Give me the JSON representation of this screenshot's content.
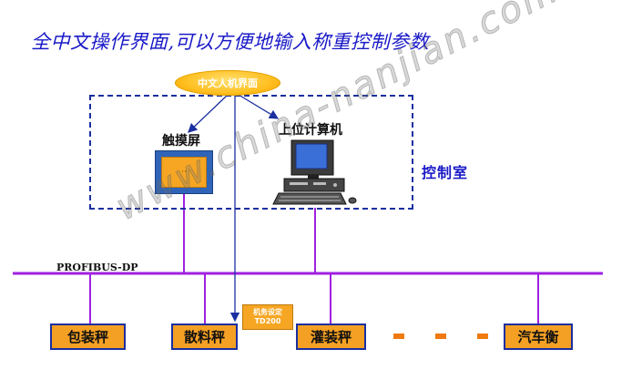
{
  "title": "全中文操作界面,可以方便地输入称重控制参数",
  "hmi_label": "中文人机界面",
  "touch_screen": {
    "label": "触摸屏",
    "screen_text": "··"
  },
  "computer": {
    "label": "上位计算机"
  },
  "control_room_label": "控制室",
  "bus_label": "PROFIBUS-DP",
  "td_box": {
    "line1": "机务设定",
    "line2": "TD200"
  },
  "scales": [
    {
      "label": "包装秤"
    },
    {
      "label": "散料秤"
    },
    {
      "label": "灌装秤"
    },
    {
      "label": "汽车衡"
    }
  ],
  "watermark": "www.china-nanjian.com.cn",
  "colors": {
    "title": "#1a1ac8",
    "bus": "#a020e0",
    "box_fill": "#f4a024",
    "box_border": "#1a2fa0",
    "arrow": "#1a2fa0"
  }
}
